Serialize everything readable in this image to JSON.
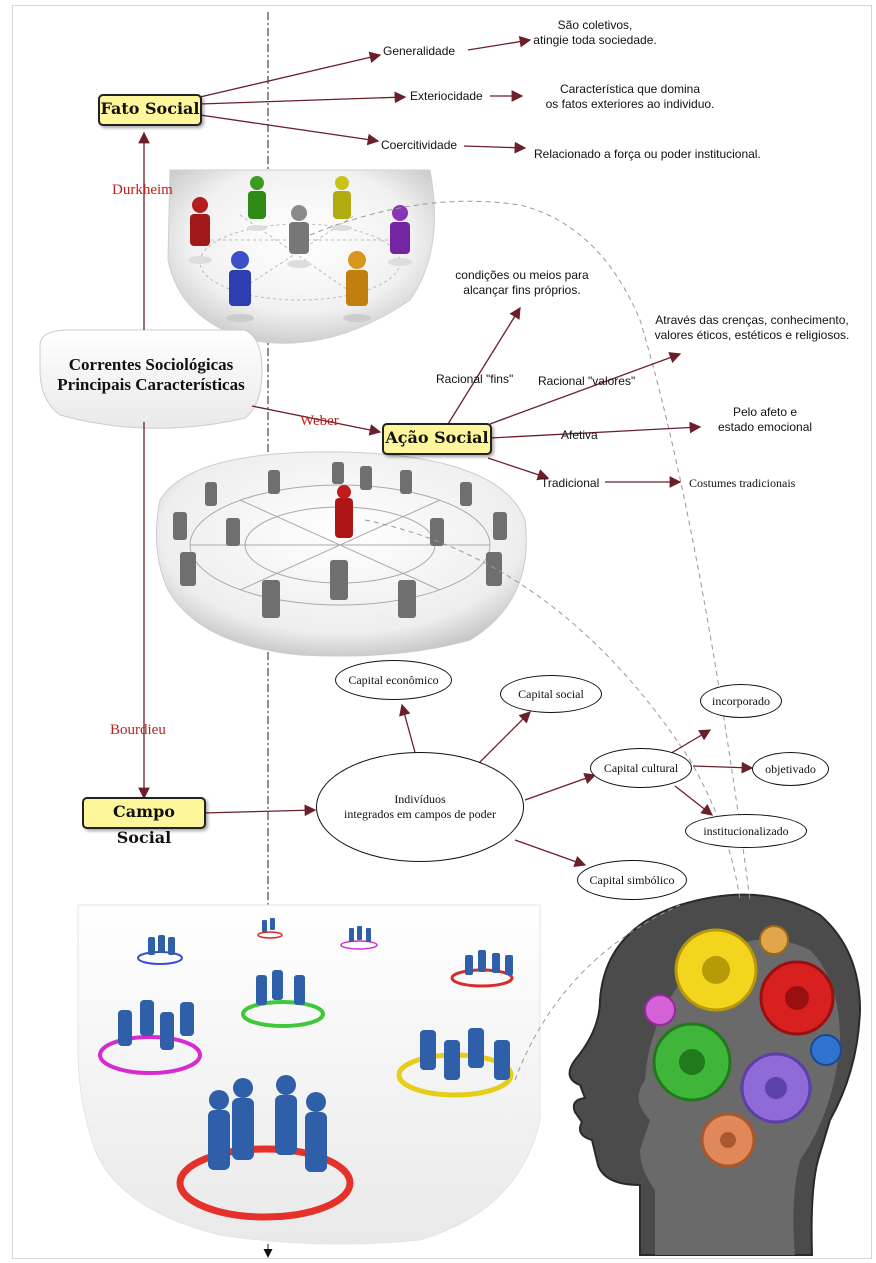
{
  "title": {
    "line1": "Correntes Sociológicas",
    "line2": "Principais Características"
  },
  "currents": {
    "durkheim": "Durkheim",
    "weber": "Weber",
    "bourdieu": "Bourdieu"
  },
  "fato_social": {
    "label": "Fato Social",
    "branches": [
      {
        "label": "Generalidade",
        "desc1": "São coletivos,",
        "desc2": "atingie toda sociedade."
      },
      {
        "label": "Exteriocidade",
        "desc1": "Característica que domina",
        "desc2": "os fatos exteriores ao individuo."
      },
      {
        "label": "Coercitividade",
        "desc1": "Relacionado a força ou poder institucional.",
        "desc2": ""
      }
    ]
  },
  "acao_social": {
    "label": "Ação Social",
    "racional_fins": {
      "label": "Racional \"fins\"",
      "desc1": "condições ou meios para",
      "desc2": "alcançar fins próprios."
    },
    "racional_valores": {
      "label": "Racional \"valores\"",
      "desc1": "Através das crenças, conhecimento,",
      "desc2": "valores éticos, estéticos e religiosos."
    },
    "afetiva": {
      "label": "Afetiva",
      "desc1": "Pelo afeto e",
      "desc2": "estado emocional"
    },
    "tradicional": {
      "label": "Tradicional",
      "desc": "Costumes tradicionais"
    }
  },
  "campo_social": {
    "label": "Campo Social",
    "center1": "Indivíduos",
    "center2": "integrados em campos de poder",
    "capital_economico": "Capital econômico",
    "capital_social": "Capital social",
    "capital_cultural": "Capital cultural",
    "capital_simbolico": "Capital simbólico",
    "incorporado": "incorporado",
    "objetivado": "objetivado",
    "institucionalizado": "institucionalizado"
  },
  "colors": {
    "arrow": "#6b1f2a",
    "note_fill": "#fdf69a",
    "current_text": "#c0201c"
  },
  "illustrations": [
    "colored-people-network",
    "gray-people-network",
    "blue-people-groups",
    "head-with-gears"
  ]
}
